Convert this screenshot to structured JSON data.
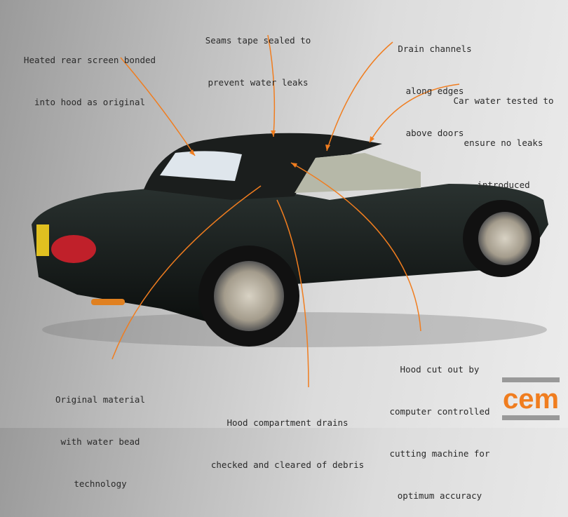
{
  "accent_color": "#f07d1f",
  "callouts": [
    {
      "id": "heated-rear-screen",
      "lines": [
        "Heated rear screen bonded",
        "into hood as original"
      ]
    },
    {
      "id": "seams-tape",
      "lines": [
        "Seams tape sealed to",
        "prevent water leaks"
      ]
    },
    {
      "id": "drain-channels",
      "lines": [
        "Drain channels",
        "along edges",
        "above doors"
      ]
    },
    {
      "id": "water-tested",
      "lines": [
        "Car water tested to",
        "ensure no leaks",
        "introduced"
      ]
    },
    {
      "id": "hood-cut",
      "lines": [
        "Hood cut out by",
        "computer controlled",
        "cutting machine for",
        "optimum accuracy"
      ]
    },
    {
      "id": "compartment-drains",
      "lines": [
        "Hood compartment drains",
        "checked and cleared of debris"
      ]
    },
    {
      "id": "original-material",
      "lines": [
        "Original material",
        "with water bead",
        "technology"
      ]
    }
  ],
  "logo": {
    "text": "cem"
  }
}
